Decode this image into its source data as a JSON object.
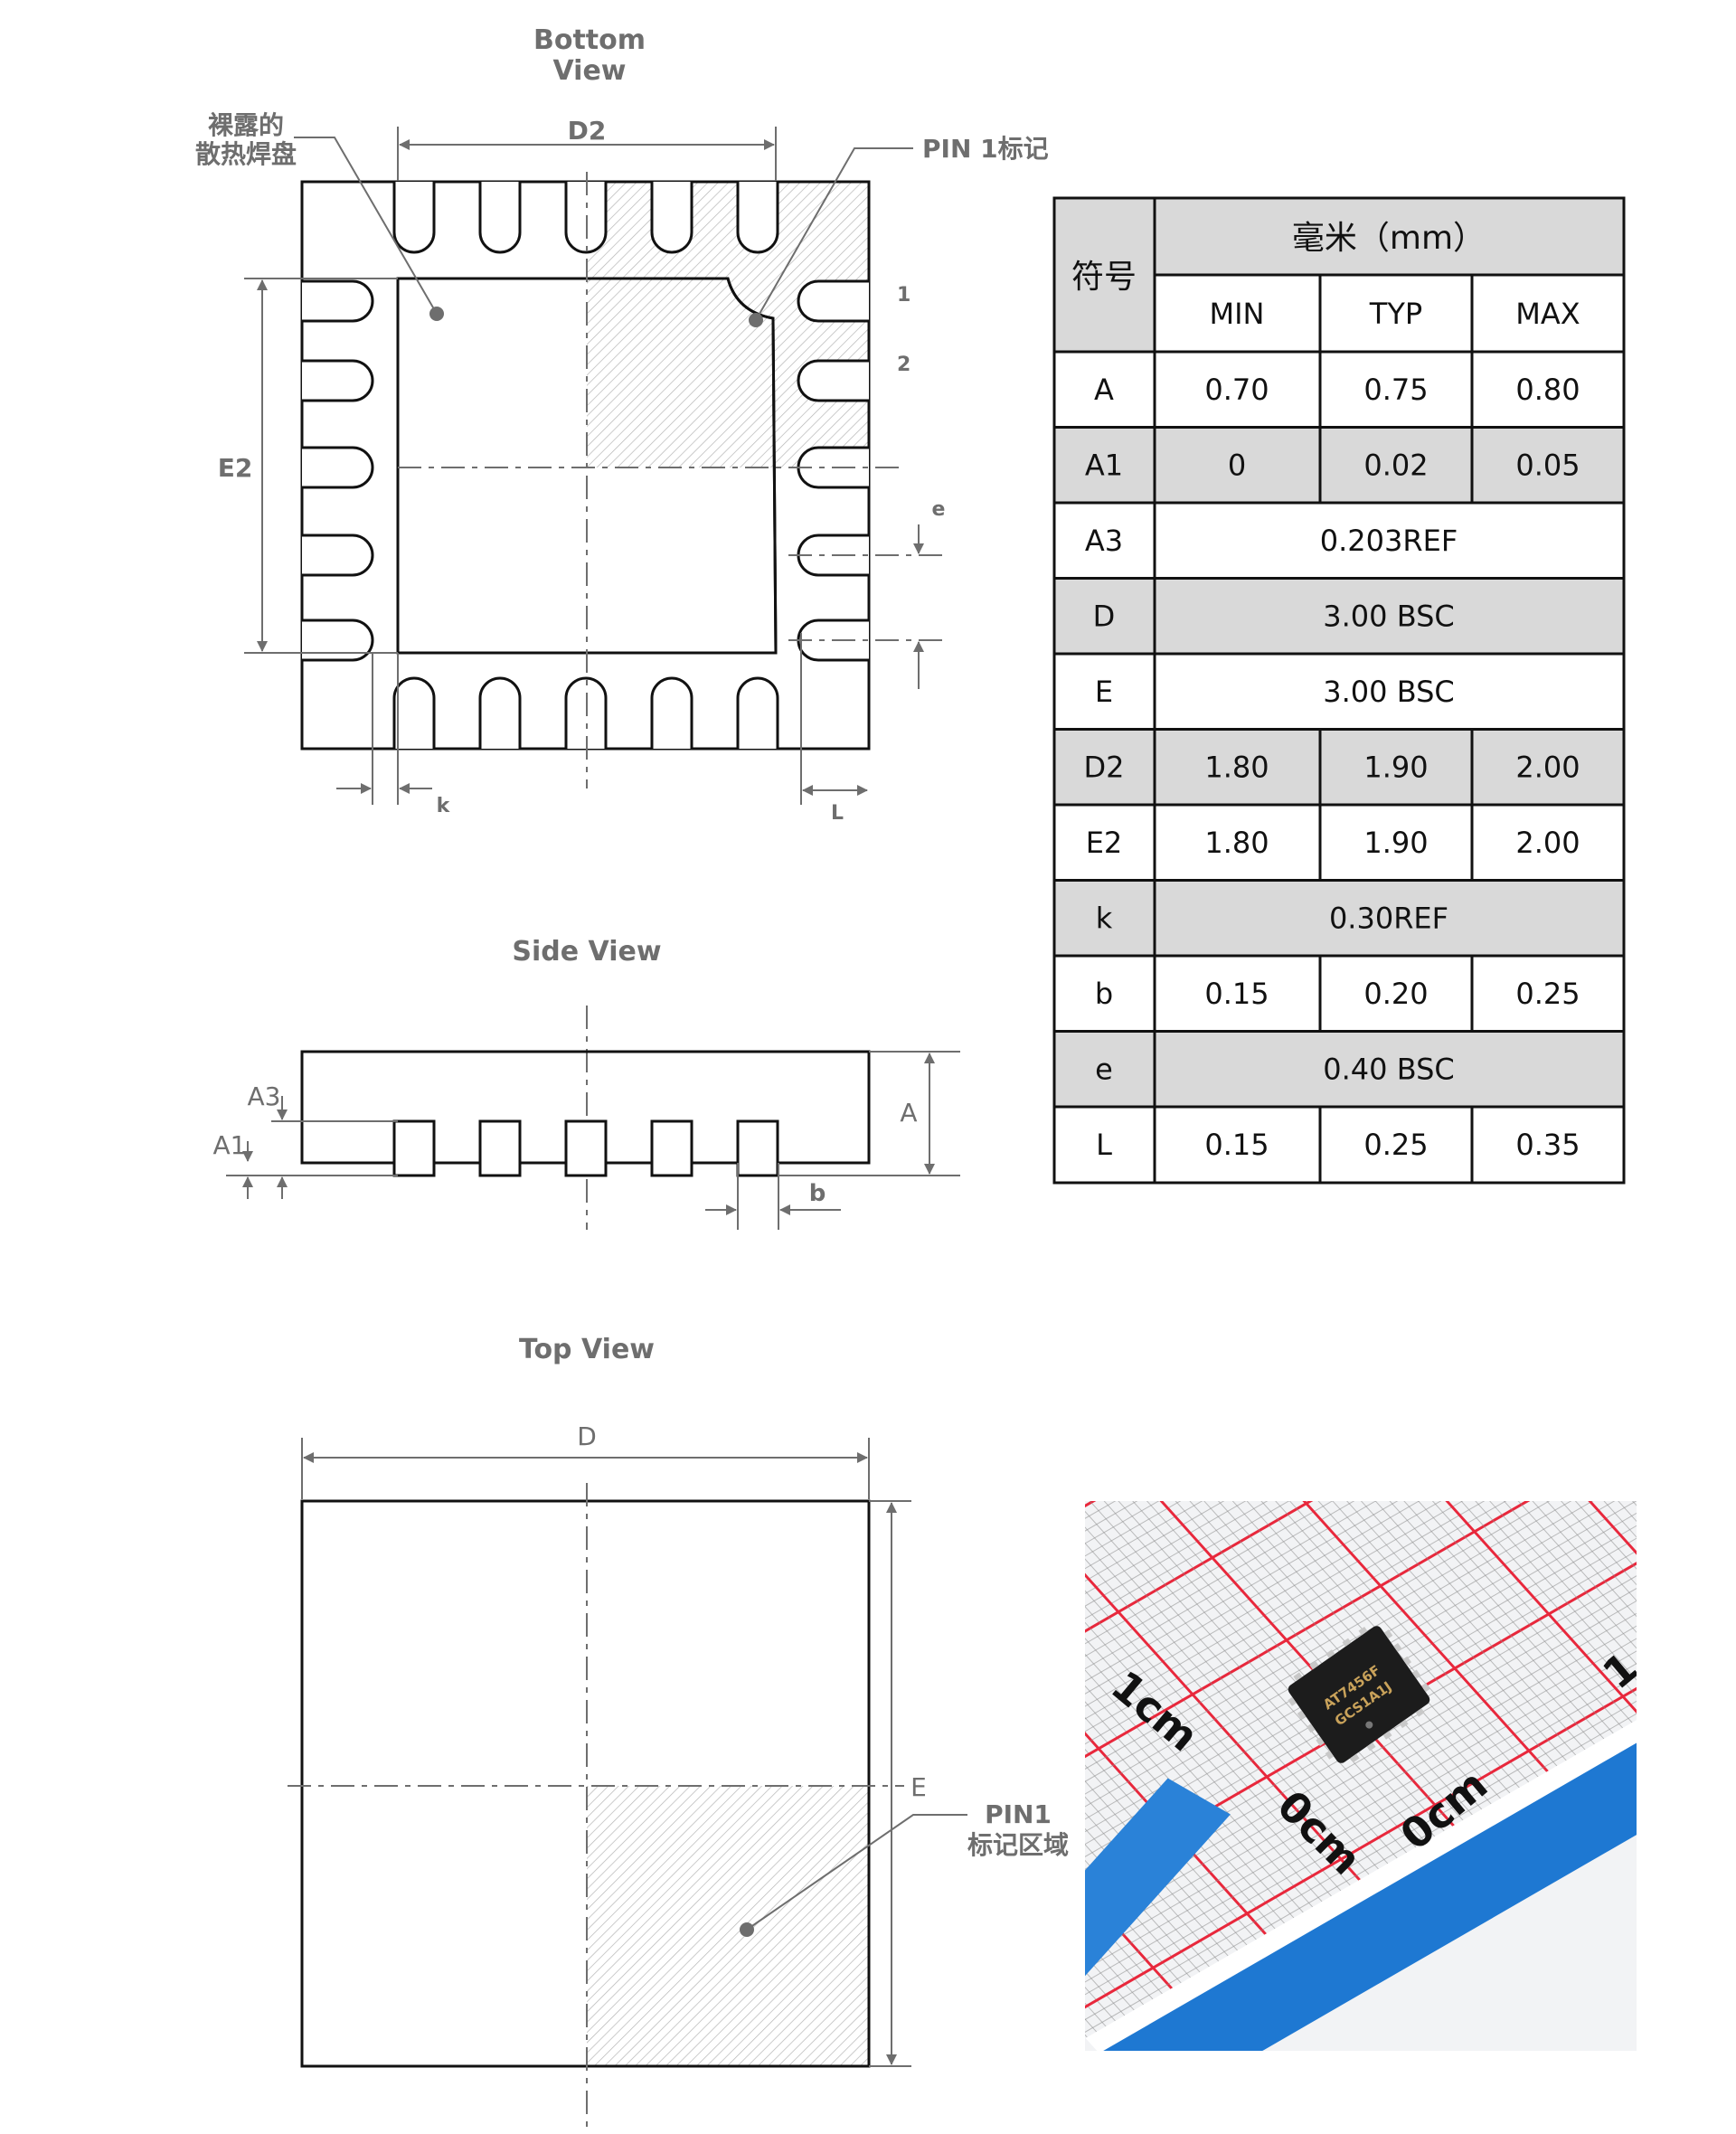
{
  "bottom_view": {
    "title_line1": "Bottom",
    "title_line2": "View",
    "pad_label_line1": "裸露的",
    "pad_label_line2": "散热焊盘",
    "pin1_label": "PIN 1标记",
    "dim_D2": "D2",
    "dim_E2": "E2",
    "dim_e": "e",
    "dim_k": "k",
    "dim_L": "L",
    "pin_num_1": "1",
    "pin_num_2": "2"
  },
  "side_view": {
    "title": "Side  View",
    "dim_A": "A",
    "dim_A1": "A1",
    "dim_A3": "A3",
    "dim_b": "b"
  },
  "top_view": {
    "title": "Top View",
    "dim_D": "D",
    "dim_E": "E",
    "pin1_area_line1": "PIN1",
    "pin1_area_line2": "标记区域"
  },
  "table": {
    "symbol_header": "符号",
    "unit_header": "毫米（mm）",
    "col_min": "MIN",
    "col_typ": "TYP",
    "col_max": "MAX",
    "rows": [
      {
        "symbol": "A",
        "min": "0.70",
        "typ": "0.75",
        "max": "0.80",
        "shaded": false
      },
      {
        "symbol": "A1",
        "min": "0",
        "typ": "0.02",
        "max": "0.05",
        "shaded": true
      },
      {
        "symbol": "A3",
        "span": "0.203REF",
        "shaded": false
      },
      {
        "symbol": "D",
        "span": "3.00 BSC",
        "shaded": true
      },
      {
        "symbol": "E",
        "span": "3.00 BSC",
        "shaded": false
      },
      {
        "symbol": "D2",
        "min": "1.80",
        "typ": "1.90",
        "max": "2.00",
        "shaded": true
      },
      {
        "symbol": "E2",
        "min": "1.80",
        "typ": "1.90",
        "max": "2.00",
        "shaded": false
      },
      {
        "symbol": "k",
        "span": "0.30REF",
        "shaded": true
      },
      {
        "symbol": "b",
        "min": "0.15",
        "typ": "0.20",
        "max": "0.25",
        "shaded": false
      },
      {
        "symbol": "e",
        "span": "0.40 BSC",
        "shaded": true
      },
      {
        "symbol": "L",
        "min": "0.15",
        "typ": "0.25",
        "max": "0.35",
        "shaded": false
      }
    ]
  },
  "photo": {
    "chip_marking_line1": "AT7456F",
    "chip_marking_line2": "GCS1A1J",
    "ruler_label_1cm": "1cm",
    "ruler_label_0cm_a": "0cm",
    "ruler_label_0cm_b": "0cm"
  },
  "colors": {
    "line": "#111111",
    "annotation": "#6e6e6e",
    "table_shade": "#d9d9d9",
    "ruler_blue": "#1e78d2",
    "grid_red": "#e8283c",
    "chip_body": "#1c1c1c"
  }
}
